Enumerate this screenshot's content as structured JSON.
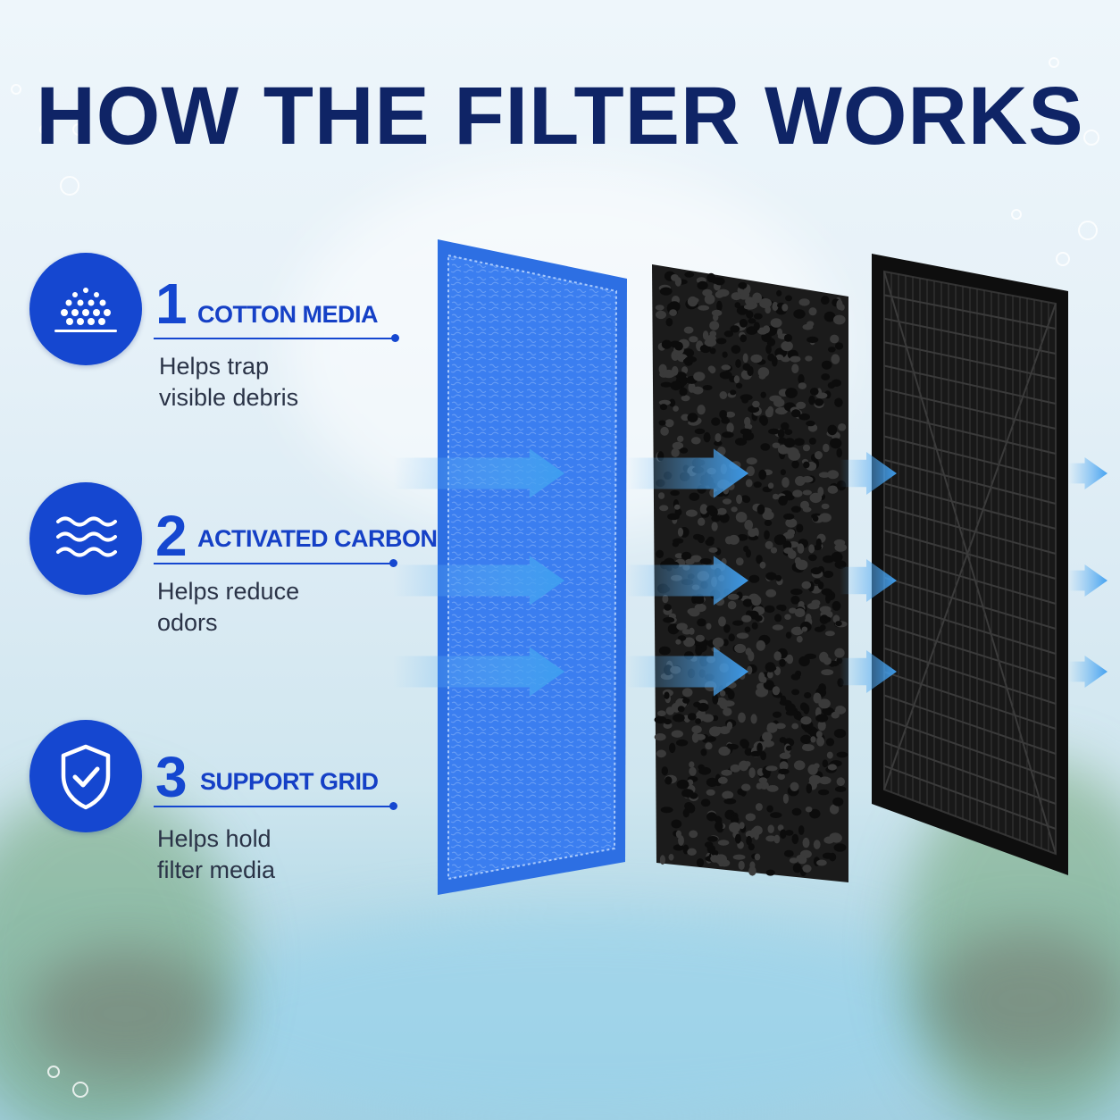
{
  "title": "HOW THE FILTER WORKS",
  "colors": {
    "title": "#0f2466",
    "accent": "#1547d0",
    "cotton_media": "#3a7ef0",
    "carbon": "#1b1b1b",
    "grid": "#111111",
    "arrow": "#4aa6f2"
  },
  "features": [
    {
      "number": "1",
      "name": "COTTON MEDIA",
      "description": "Helps trap\nvisible debris",
      "icon": "particles-icon"
    },
    {
      "number": "2",
      "name": "ACTIVATED CARBON",
      "description": "Helps reduce\nodors",
      "icon": "waves-icon"
    },
    {
      "number": "3",
      "name": "SUPPORT GRID",
      "description": "Helps hold\nfilter media",
      "icon": "shield-check-icon"
    }
  ]
}
